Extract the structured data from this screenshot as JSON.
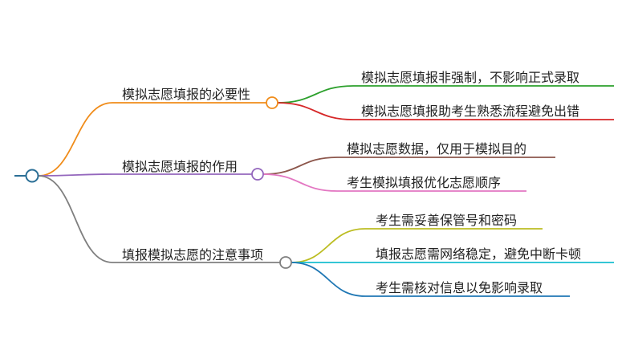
{
  "root": {
    "color": "#2b6f96"
  },
  "branches": [
    {
      "label": "模拟志愿填报的必要性",
      "color": "#f08c1a",
      "children": [
        {
          "label": "模拟志愿填报非强制，不影响正式录取",
          "color": "#2ca02c"
        },
        {
          "label": "模拟志愿填报助考生熟悉流程避免出错",
          "color": "#d62728"
        }
      ]
    },
    {
      "label": "模拟志愿填报的作用",
      "color": "#9467bd",
      "children": [
        {
          "label": "模拟志愿数据，仅用于模拟目的",
          "color": "#8c564b"
        },
        {
          "label": "考生模拟填报优化志愿顺序",
          "color": "#e377c2"
        }
      ]
    },
    {
      "label": "填报模拟志愿的注意事项",
      "color": "#7f7f7f",
      "children": [
        {
          "label": "考生需妥善保管号和密码",
          "color": "#bcbd22"
        },
        {
          "label": "填报志愿需网络稳定，避免中断卡顿",
          "color": "#17becf"
        },
        {
          "label": "考生需核对信息以免影响录取",
          "color": "#1f77b4"
        }
      ]
    }
  ]
}
